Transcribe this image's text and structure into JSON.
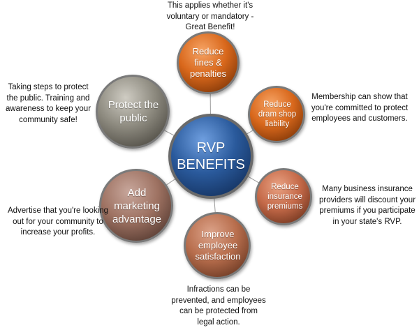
{
  "diagram": {
    "center": {
      "label_line1": "RVP",
      "label_line2": "BENEFITS",
      "color": "#2a5a9c"
    },
    "nodes": [
      {
        "id": "reduce-fines",
        "label": "Reduce fines & penalties",
        "color": "#d9681c",
        "note": "This applies whether it's voluntary or mandatory - Great Benefit!"
      },
      {
        "id": "reduce-dram-shop",
        "label": "Reduce dram shop liability",
        "color": "#d9681c",
        "note": "Membership can show that you're committed to protect employees and customers."
      },
      {
        "id": "reduce-insurance",
        "label": "Reduce insurance premiums",
        "color": "#c56a49",
        "note": "Many business insurance providers will discount your premiums if you participate in your state's RVP."
      },
      {
        "id": "improve-employee",
        "label": "Improve employee satisfaction",
        "color": "#b86e4d",
        "note": "Infractions can be prevented, and employees can be protected from legal action."
      },
      {
        "id": "add-marketing",
        "label": "Add marketing advantage",
        "color": "#9e7262",
        "note": "Advertise that you're looking out for your community to increase your profits."
      },
      {
        "id": "protect-public",
        "label": "Protect the public",
        "color": "#8e8b80",
        "note": "Taking steps to protect the public. Training and awareness to keep your community safe!"
      }
    ]
  }
}
